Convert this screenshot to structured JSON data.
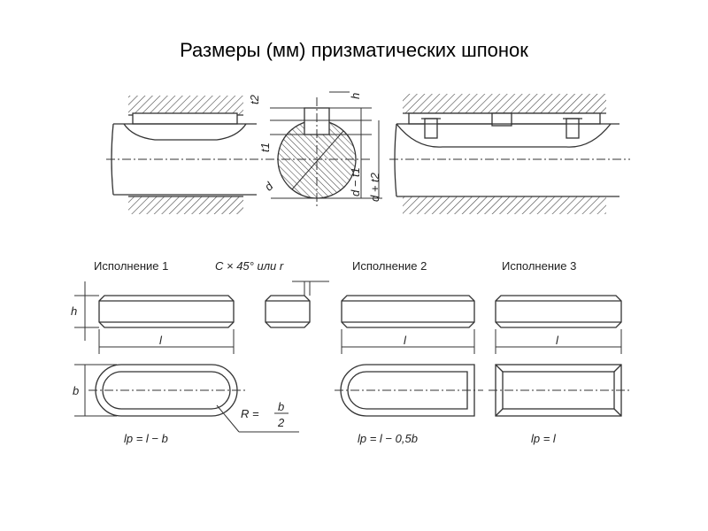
{
  "title": "Размеры (мм) призматических шпонок",
  "shaft_dims": {
    "t2": "t2",
    "h": "h",
    "t1": "t1",
    "d": "d",
    "d_minus_t1": "d − t1",
    "d_plus_t2": "d + t2"
  },
  "variants": {
    "v1": "Исполнение 1",
    "v2": "Исполнение 2",
    "v3": "Исполнение 3"
  },
  "chamfer": "C × 45° или r",
  "dims": {
    "h": "h",
    "l": "l",
    "b": "b"
  },
  "radius": {
    "prefix": "R =",
    "num": "b",
    "den": "2"
  },
  "formulas": {
    "v1": "lp = l − b",
    "v2": "lp = l − 0,5b",
    "v3": "lp = l"
  }
}
